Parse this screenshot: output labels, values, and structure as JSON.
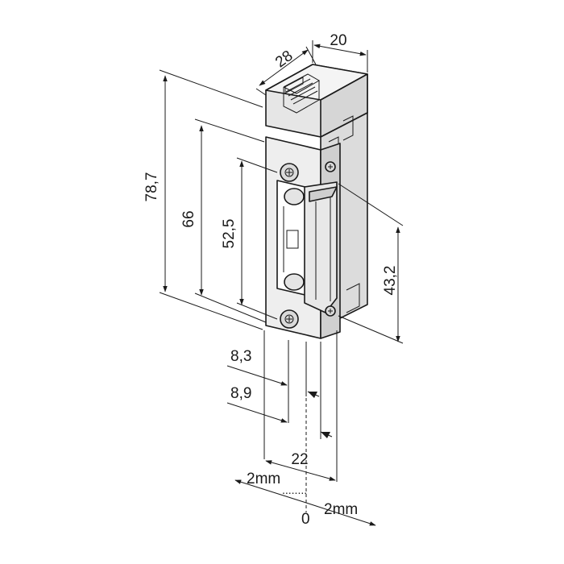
{
  "dimensions": {
    "width_top": "20",
    "depth_top": "28",
    "overall_height": "78,7",
    "faceplate_height": "66",
    "body_height": "52,5",
    "latch_height": "43,2",
    "offset_a": "8,3",
    "offset_b": "8,9",
    "faceplate_width": "22"
  },
  "adjustment": {
    "left": "2mm",
    "dots": "........",
    "right": "2mm",
    "zero": "0"
  },
  "colors": {
    "stroke": "#1a1a1a",
    "body_light": "#f2f2f2",
    "body_mid": "#dcdcdc",
    "body_dark": "#bdbdbd"
  }
}
